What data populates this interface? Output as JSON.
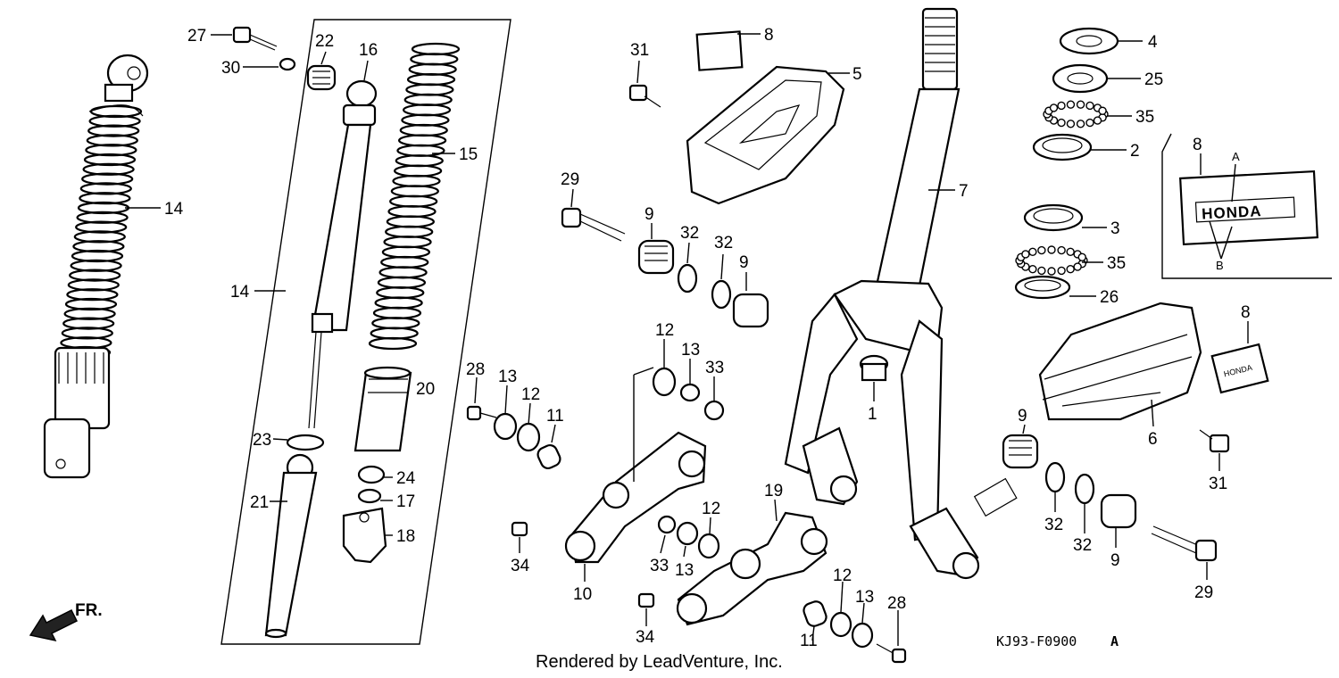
{
  "diagram": {
    "credit": "Rendered by LeadVenture, Inc.",
    "diagram_code": "KJ93-F0900",
    "diagram_code_suffix": "A",
    "direction_label": "FR.",
    "emblem_text": "HONDA",
    "emblem_small_text": "HONDA",
    "emblem_callout_a": "A",
    "emblem_callout_b": "B",
    "labels": {
      "p1": "1",
      "p2": "2",
      "p3": "3",
      "p4": "4",
      "p5": "5",
      "p6": "6",
      "p7": "7",
      "p8a": "8",
      "p8b": "8",
      "p8c": "8",
      "p9a": "9",
      "p9b": "9",
      "p9c": "9",
      "p9d": "9",
      "p10": "10",
      "p11a": "11",
      "p11b": "11",
      "p12a": "12",
      "p12b": "12",
      "p12c": "12",
      "p12d": "12",
      "p13a": "13",
      "p13b": "13",
      "p13c": "13",
      "p13d": "13",
      "p14a": "14",
      "p14b": "14",
      "p15": "15",
      "p16": "16",
      "p17": "17",
      "p18": "18",
      "p19": "19",
      "p20": "20",
      "p21": "21",
      "p22": "22",
      "p23": "23",
      "p24": "24",
      "p25": "25",
      "p26": "26",
      "p27": "27",
      "p28a": "28",
      "p28b": "28",
      "p29a": "29",
      "p29b": "29",
      "p30": "30",
      "p31a": "31",
      "p31b": "31",
      "p32a": "32",
      "p32b": "32",
      "p32c": "32",
      "p32d": "32",
      "p33a": "33",
      "p33b": "33",
      "p34a": "34",
      "p34b": "34",
      "p35a": "35",
      "p35b": "35"
    }
  }
}
